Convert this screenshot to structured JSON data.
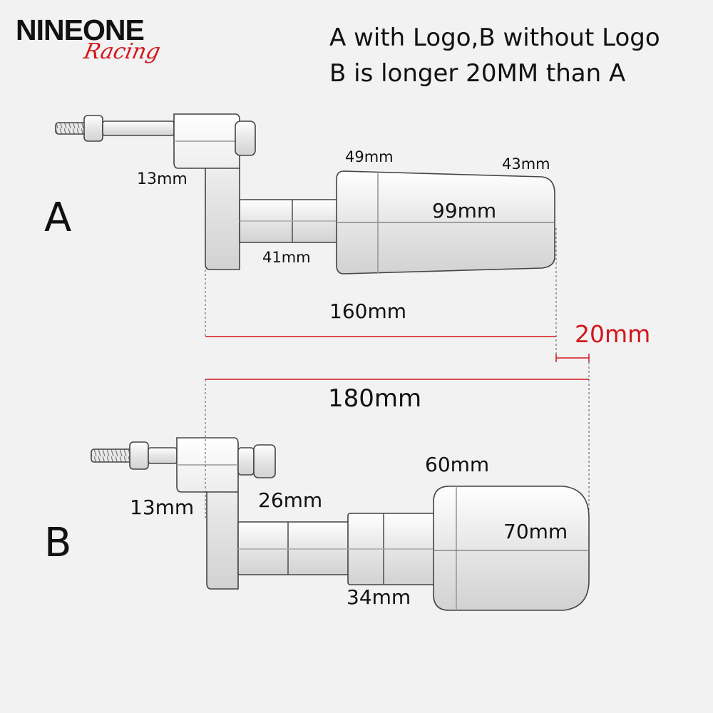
{
  "brand": {
    "name": "NINEONE",
    "sub": "Racing",
    "accent": "#d4161d"
  },
  "headline": {
    "line1": "A with Logo,B without Logo",
    "line2": "B is longer 20MM than A"
  },
  "part_a": {
    "label": "A",
    "dims": {
      "bracket": "13mm",
      "slider_front": "49mm",
      "slider_end": "43mm",
      "slider_length": "99mm",
      "spacer": "41mm",
      "total": "160mm"
    }
  },
  "difference": "20mm",
  "part_b": {
    "label": "B",
    "dims": {
      "total": "180mm",
      "slider_diameter": "60mm",
      "bracket": "13mm",
      "spacer_length": "26mm",
      "slider_length": "70mm",
      "spacer_diameter": "34mm"
    }
  }
}
